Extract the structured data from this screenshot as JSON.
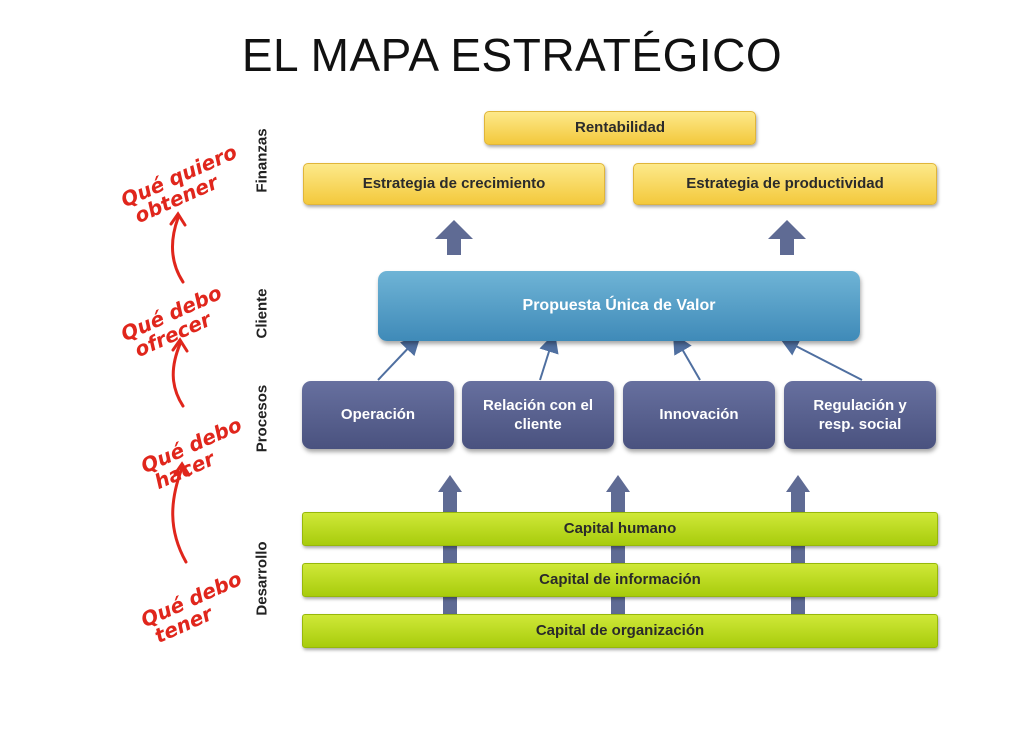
{
  "title": "EL MAPA ESTRATÉGICO",
  "levels": {
    "finanzas": "Finanzas",
    "cliente": "Cliente",
    "procesos": "Procesos",
    "desarrollo": "Desarrollo"
  },
  "notes": {
    "obtener": [
      "Qué quiero",
      "obtener"
    ],
    "ofrecer": [
      "Qué debo",
      "ofrecer"
    ],
    "hacer": [
      "Qué debo",
      "hacer"
    ],
    "tener": [
      "Qué debo",
      "tener"
    ]
  },
  "finanzas": {
    "rentabilidad": "Rentabilidad",
    "crecimiento": "Estrategia de crecimiento",
    "productividad": "Estrategia de productividad"
  },
  "cliente": {
    "propuesta": "Propuesta Única de Valor"
  },
  "procesos": {
    "operacion": "Operación",
    "relacion": [
      "Relación con el",
      "cliente"
    ],
    "innovacion": "Innovación",
    "regulacion": [
      "Regulación y",
      "resp. social"
    ]
  },
  "desarrollo": {
    "humano": "Capital humano",
    "informacion": "Capital de información",
    "organizacion": "Capital de organización"
  },
  "colors": {
    "finance": "#f3c93c",
    "client": "#4d97c2",
    "process": "#565e8c",
    "development": "#b5d61a",
    "notes": "#e0261c"
  }
}
